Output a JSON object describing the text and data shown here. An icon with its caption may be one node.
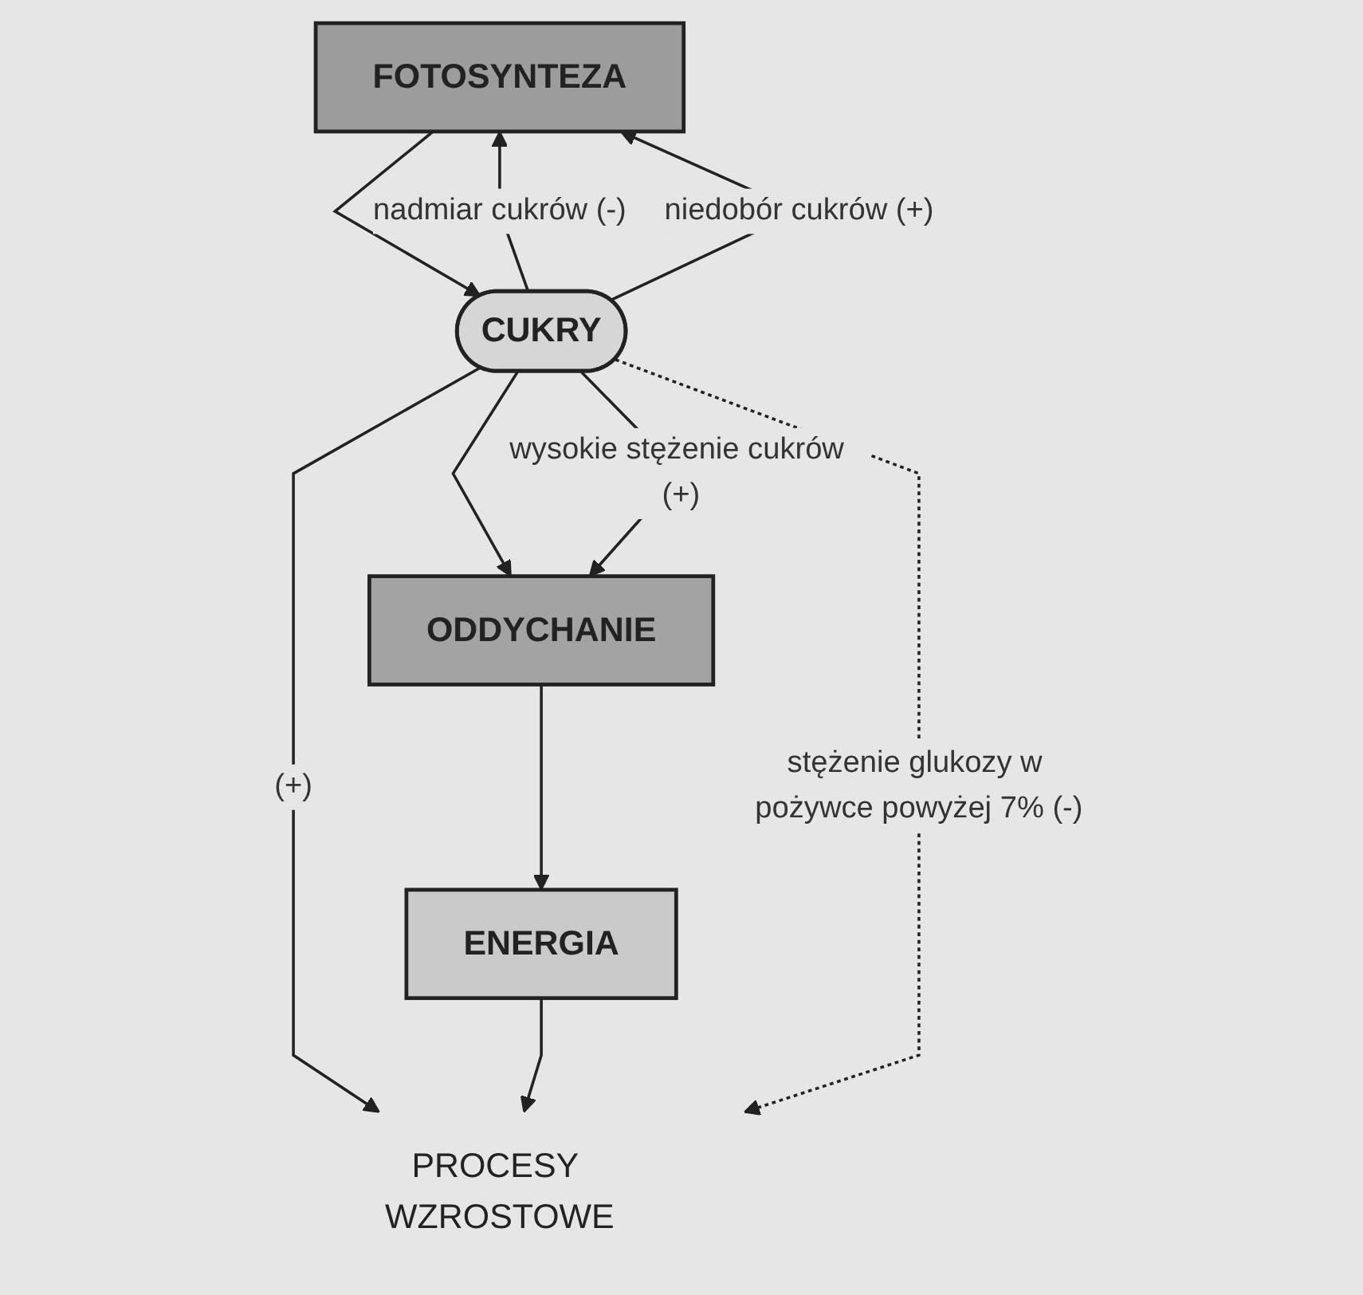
{
  "diagram": {
    "nodes": [
      {
        "text": [
          "FOTOSYNTEZA"
        ]
      },
      {
        "text": [
          "CUKRY"
        ]
      },
      {
        "text": [
          "ODDYCHANIE"
        ]
      },
      {
        "text": [
          "ENERGIA"
        ]
      },
      {
        "text": [
          "PROCESY WZROSTOWE"
        ]
      }
    ],
    "edges": [
      {
        "from": 0,
        "to": 1,
        "arrow": "to"
      },
      {
        "from": 1,
        "to": 0,
        "arrow": "to",
        "label": "nadmiar cukrów (-)"
      },
      {
        "from": 1,
        "to": 0,
        "arrow": "to",
        "label": "niedobór cukrów (+)"
      },
      {
        "from": 1,
        "to": 2,
        "arrow": "to"
      },
      {
        "from": 1,
        "to": 2,
        "arrow": "to",
        "label": "wysokie stężenie cukrów (+)"
      },
      {
        "from": 1,
        "to": 4,
        "arrow": "to",
        "label": "(+)"
      },
      {
        "from": 2,
        "to": 3,
        "arrow": "to"
      },
      {
        "from": 3,
        "to": 4,
        "arrow": "to"
      },
      {
        "from": 1,
        "to": 4,
        "arrow": "to",
        "style": "dashed",
        "label": "stężenie glukozy w pożywce powyżej 7% (-)"
      }
    ]
  }
}
